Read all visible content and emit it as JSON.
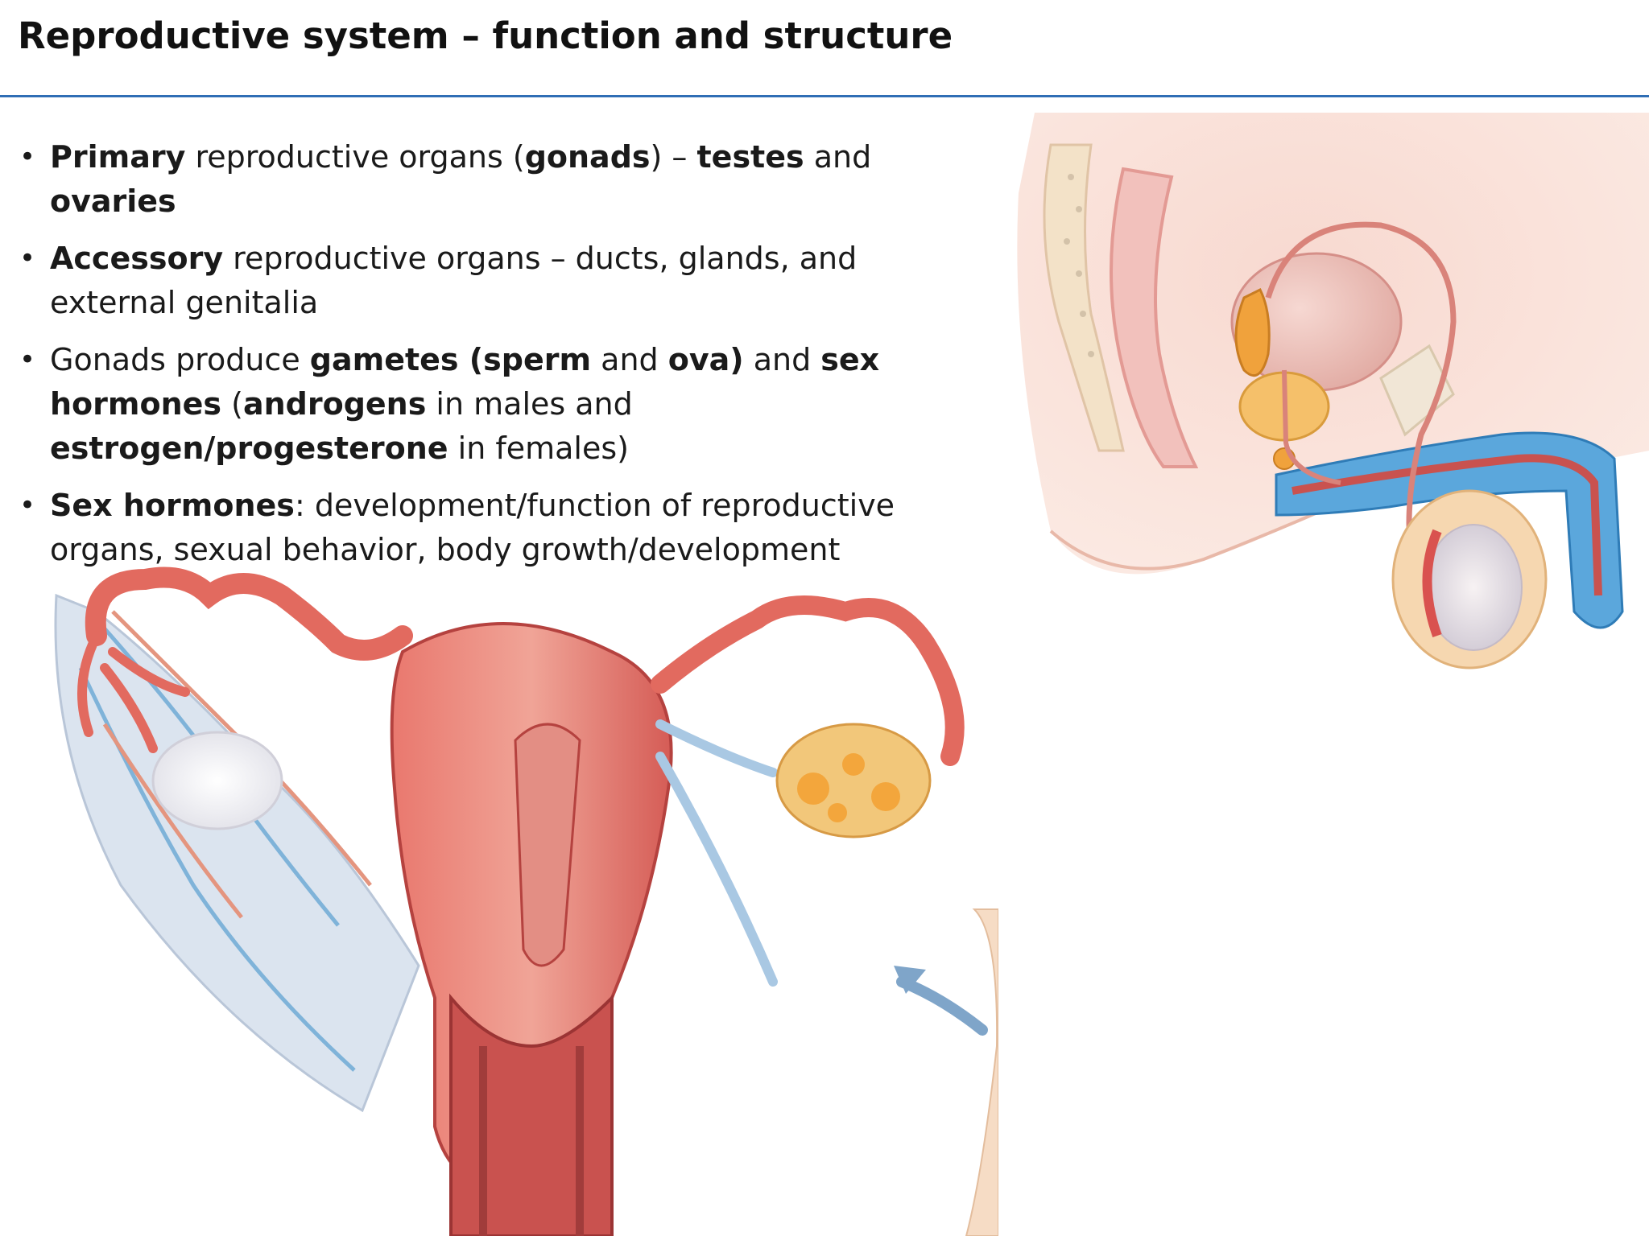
{
  "slide": {
    "title": "Reproductive system – function and structure"
  },
  "bullets": [
    {
      "parts": [
        {
          "t": "Primary",
          "b": true
        },
        {
          "t": " reproductive organs (",
          "b": false
        },
        {
          "t": "gonads",
          "b": true
        },
        {
          "t": ") – ",
          "b": false
        },
        {
          "t": "testes",
          "b": true
        },
        {
          "t": " and ",
          "b": false
        },
        {
          "t": "ovaries",
          "b": true
        }
      ]
    },
    {
      "parts": [
        {
          "t": "Accessory",
          "b": true
        },
        {
          "t": " reproductive organs – ducts, glands, and external genitalia",
          "b": false
        }
      ]
    },
    {
      "parts": [
        {
          "t": "Gonads produce ",
          "b": false
        },
        {
          "t": "gametes (sperm",
          "b": true
        },
        {
          "t": " and ",
          "b": false
        },
        {
          "t": "ova)",
          "b": true
        },
        {
          "t": " and ",
          "b": false
        },
        {
          "t": "sex hormones",
          "b": true
        },
        {
          "t": " (",
          "b": false
        },
        {
          "t": "androgens",
          "b": true
        },
        {
          "t": " in males and ",
          "b": false
        },
        {
          "t": "estrogen/progesterone",
          "b": true
        },
        {
          "t": " in females)",
          "b": false
        }
      ]
    },
    {
      "parts": [
        {
          "t": "Sex hormones",
          "b": true
        },
        {
          "t": ": development/function of reproductive organs, sexual behavior, body growth/development",
          "b": false
        }
      ]
    }
  ],
  "colors": {
    "title_rule": "#2f6eb5",
    "tissue_pink": "#f0b6a8",
    "muscle_red": "#c9524f",
    "vessel_blue": "#7fb3d9",
    "erectile_blue": "#5ba7dc",
    "gland_orange": "#f0a23c"
  },
  "figures": {
    "male": {
      "icon": "male-reproductive-anatomy-illustration"
    },
    "female": {
      "icon": "female-reproductive-anatomy-illustration"
    }
  }
}
